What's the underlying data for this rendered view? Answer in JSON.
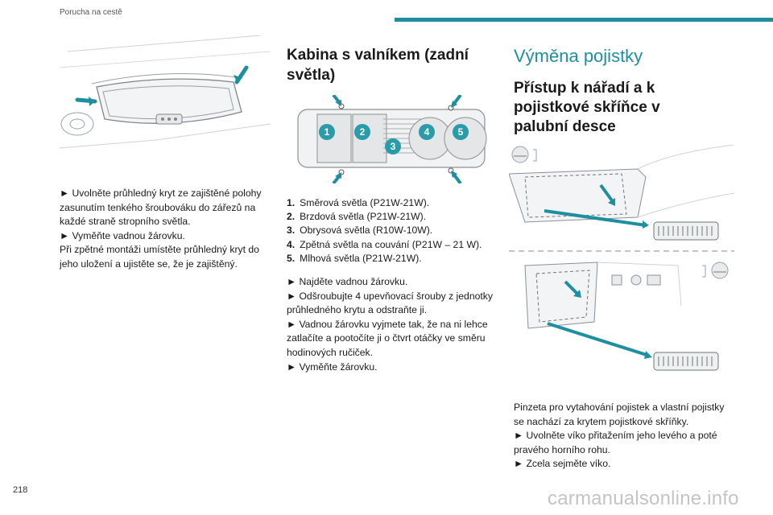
{
  "header": {
    "section": "Porucha na cestě"
  },
  "col1": {
    "paragraphs": [
      "► Uvolněte průhledný kryt ze zajištěné polohy zasunutím tenkého šroubováku do zářezů na každé straně stropního světla.",
      "► Vyměňte vadnou žárovku.",
      "Při zpětné montáži umístěte průhledný kryt do jeho uložení a ujistěte se, že je zajištěný."
    ]
  },
  "col2": {
    "title": "Kabina s valníkem (zadní světla)",
    "diagram_numbers": [
      "1",
      "2",
      "3",
      "4",
      "5"
    ],
    "legend": [
      {
        "num": "1.",
        "text": "Směrová světla (P21W-21W)."
      },
      {
        "num": "2.",
        "text": "Brzdová světla (P21W-21W)."
      },
      {
        "num": "3.",
        "text": "Obrysová světla (R10W-10W)."
      },
      {
        "num": "4.",
        "text": "Zpětná světla na couvání (P21W – 21 W)."
      },
      {
        "num": "5.",
        "text": "Mlhová světla (P21W-21W)."
      }
    ],
    "paragraphs": [
      "► Najděte vadnou žárovku.",
      "► Odšroubujte 4 upevňovací šrouby z jednotky průhledného krytu a odstraňte ji.",
      "► Vadnou žárovku vyjmete tak, že na ni lehce zatlačíte a pootočíte ji o čtvrt otáčky ve směru hodinových ručiček.",
      "► Vyměňte žárovku."
    ]
  },
  "col3": {
    "section_title": "Výměna pojistky",
    "subtitle": "Přístup k nářadí a k pojistkové skříňce v palubní desce",
    "paragraphs": [
      "Pinzeta pro vytahování pojistek a vlastní pojistky se nachází za krytem pojistkové skříňky.",
      "► Uvolněte víko přitažením jeho levého a poté pravého horního rohu.",
      "► Zcela sejměte víko."
    ]
  },
  "footer": {
    "page_number": "218",
    "watermark": "carmanualsonline.info"
  },
  "colors": {
    "accent": "#1e8fa0",
    "text": "#1a1a1a"
  }
}
